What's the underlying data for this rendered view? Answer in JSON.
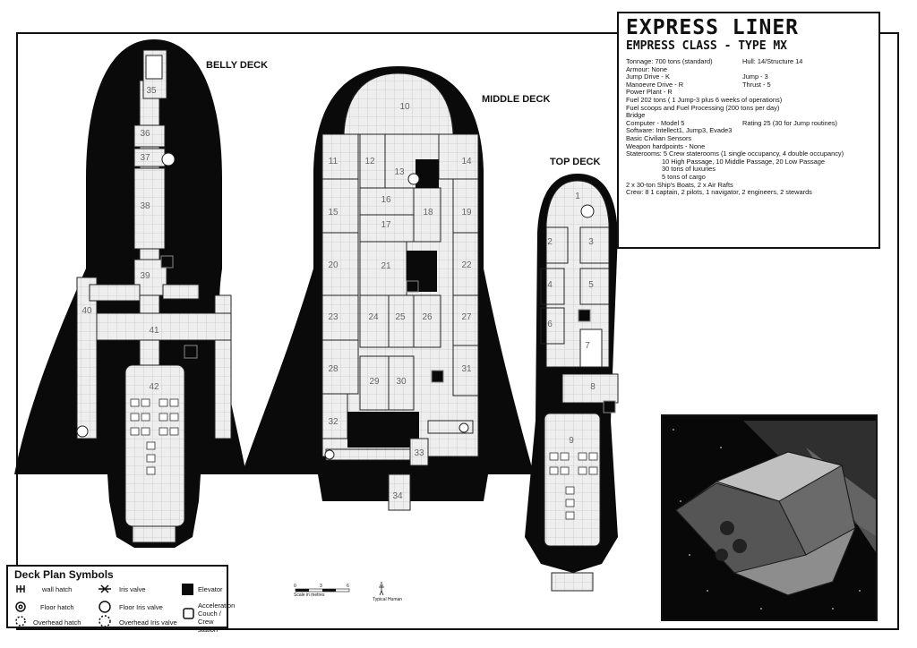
{
  "decks": {
    "belly": {
      "label": "BELLY DECK",
      "rooms": [
        "35",
        "36",
        "37",
        "38",
        "39",
        "40",
        "41",
        "42"
      ]
    },
    "middle": {
      "label": "MIDDLE DECK",
      "rooms": [
        "10",
        "11",
        "12",
        "13",
        "14",
        "15",
        "16",
        "17",
        "18",
        "19",
        "20",
        "21",
        "22",
        "23",
        "24",
        "25",
        "26",
        "27",
        "28",
        "29",
        "30",
        "31",
        "32",
        "33",
        "34"
      ]
    },
    "top": {
      "label": "TOP DECK",
      "rooms": [
        "1",
        "2",
        "3",
        "4",
        "5",
        "6",
        "7",
        "8",
        "9"
      ]
    }
  },
  "specs": {
    "title": "EXPRESS LINER",
    "subtitle": "EMPRESS CLASS - TYPE MX",
    "lines": [
      {
        "left": "Tonnage: 700 tons (standard)",
        "right": "Hull: 14/Structure 14"
      },
      {
        "left": "Armour: None",
        "right": ""
      },
      {
        "left": "Jump Drive - K",
        "right": "Jump - 3"
      },
      {
        "left": "Manoevre Drive - R",
        "right": "Thrust - 5"
      },
      {
        "left": "Power Plant - R",
        "right": ""
      },
      {
        "left": "Fuel 202 tons ( 1 Jump-3 plus 6 weeks of operations)",
        "right": ""
      },
      {
        "left": "Fuel scoops and Fuel Processing (200 tons per day)",
        "right": ""
      },
      {
        "left": "Bridge",
        "right": ""
      },
      {
        "left": "Computer - Model 5",
        "right": "Rating 25 (30 for Jump routines)"
      },
      {
        "left": "Software: Intellect1, Jump3, Evade3",
        "right": ""
      },
      {
        "left": "Basic Civilian Sensors",
        "right": ""
      },
      {
        "left": "Weapon hardpoints - None",
        "right": ""
      },
      {
        "left": "Staterooms: 5 Crew staterooms (1 single occupancy, 4 double occupancy)",
        "right": ""
      }
    ],
    "indented": [
      "10 High Passage, 10 Middle Passage, 20 Low Passage",
      "30 tons of luxuries",
      "5 tons of cargo"
    ],
    "tail": [
      "2 x 30-ton Ship's Boats, 2 x Air Rafts",
      "Crew: 8   1 captain, 2 pilots, 1 navigator, 2 engineers, 2 stewards"
    ]
  },
  "legend": {
    "title": "Deck Plan Symbols",
    "wall_hatch": "wall hatch",
    "iris_valve": "Iris valve",
    "elevator": "Elevator",
    "floor_hatch": "Floor hatch",
    "floor_iris": "Floor Iris valve",
    "accel_line1": "Acceleration",
    "accel_line2": "Couch /",
    "accel_line3": "Crew station",
    "overhead_hatch": "Overhead hatch",
    "overhead_iris": "Overhead Iris valve"
  },
  "scale": {
    "ticks": [
      "0",
      "3",
      "6"
    ],
    "label": "Scale in metres",
    "human": "Typical Human"
  },
  "colors": {
    "hull": "#0a0a0a",
    "floor": "#eeeeee",
    "grid": "#b5b5b5",
    "wall": "#222222",
    "space": "#080808"
  }
}
